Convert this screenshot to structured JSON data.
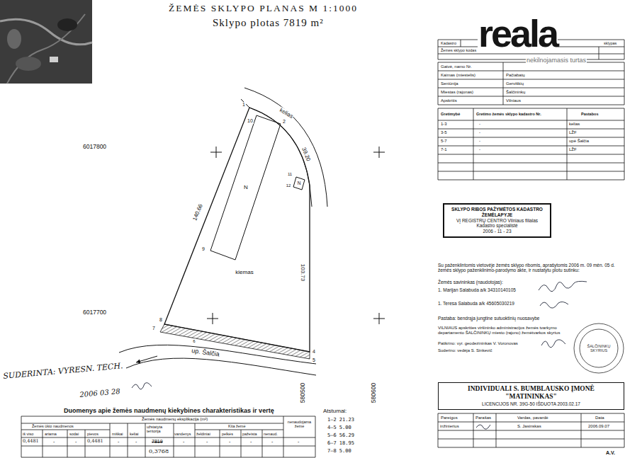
{
  "diagram": {
    "title": "ŽEMĖS SKLYPO PLANAS M 1:1000",
    "nodes": [
      {
        "text": [
          "kiemas"
        ]
      },
      {
        "text": [
          "N"
        ],
        "in": 0
      },
      {
        "text": [
          "N"
        ],
        "in": 0
      },
      {
        "text": [
          "SKLYPO RIBOS PAŽYMĖTOS KADASTRO ŽEMĖLAPYJE",
          "VĮ REGISTRŲ CENTRO Vilniaus filialas",
          "Kadastro specialistė",
          "2006 - 11 - 23"
        ]
      },
      {
        "text": [
          "ŠALČININKŲ SKYRIUS"
        ]
      },
      {
        "text": [
          "INDIVIDUALI S. BUMBLAUSKO ĮMONĖ \"MATININKAS\"",
          "LICENCIJOS NR. 39G-50 IŠDUOTA 2003.02.17"
        ]
      }
    ],
    "labels": [
      "Sklypo plotas 7819 m²",
      "reala",
      "nekilnojamasis turtas",
      "6017800",
      "6017700",
      "580500",
      "580600",
      "kelias",
      "1",
      "10",
      "2",
      "39.20",
      "11",
      "12",
      "140.66",
      "9",
      "103.73",
      "8",
      "7",
      "6",
      "4",
      "5",
      "up. Šalčia",
      "SUDERINTA: VYRESN. TECH.",
      "2006 03 28",
      "Kadastro",
      "Žemės sklypo kodas",
      "sklypas",
      "Gatvė, namo Nr.",
      "Kaimas (miestelis)",
      "Pačiabatų",
      "Seniūnija",
      "Gerviškių",
      "Miestas (rajonas)",
      "Šalčininkų",
      "Apskritis",
      "Vilniaus",
      "Gretimybė",
      "Gretimo žemės sklypo kadastro Nr.",
      "Pastabos",
      "1-3",
      "-",
      "kelias",
      "3-5",
      "-",
      "LŽF",
      "5-7",
      "-",
      "upė Šalčia",
      "7-1",
      "-",
      "LŽF",
      "Su paženklintomis vietovėje žemės sklypo ribomis, aprašytomis 2006 m. 09 mėn. 05 d. žemės sklypo paženklinimo-parodymo akte, ir nustatytu plotu sutinku:",
      "Žemės savininkas (naudotojas):",
      "1. Marijan Salabuda a/k 34310140105",
      "1. Teresa Salabuda a/k 45605030219",
      "Pastaba: bendrąja jungtine sutuoktinių nuosavybe",
      "VILNIAUS apskrities viršininko administracijos žemės tvarkymo departamento ŠALČININKŲ miesto (rajono) žemėtvarkos skyrius",
      "Patikrino: vyr. geodezininkas V. Voronovas",
      "Suderino: vedėja S. Sinkevič",
      "Pareigos",
      "Parašas",
      "Vardas, pavardė",
      "Data",
      "inžinierius",
      "S. Jasinskas",
      "2006.09.07",
      "Atstumai:",
      "1—2 21.23",
      "4—5 5.00",
      "5—6 56.29",
      "6—7 18.95",
      "7—8 5.00",
      "Duomenys apie žemės naudmenų kiekybines charakteristikas ir vertę",
      "Žemės naudmenų eksplikacija (m²)",
      "Žemės ūkio naudmenos",
      "Kita žemė",
      "nenaudojama žemė",
      "iš viso",
      "ariama",
      "sodai",
      "pievos",
      "miškai",
      "keliai",
      "užstatyta teritorija",
      "vandenys",
      "želdiniai",
      "pelkės",
      "pažeista",
      "nenaud.",
      "0,4481",
      "-",
      "-",
      "0,4481",
      "-",
      "-",
      "7819",
      "0,3768",
      "-",
      "-",
      "-",
      "-",
      "-",
      "-",
      "A.V."
    ]
  }
}
